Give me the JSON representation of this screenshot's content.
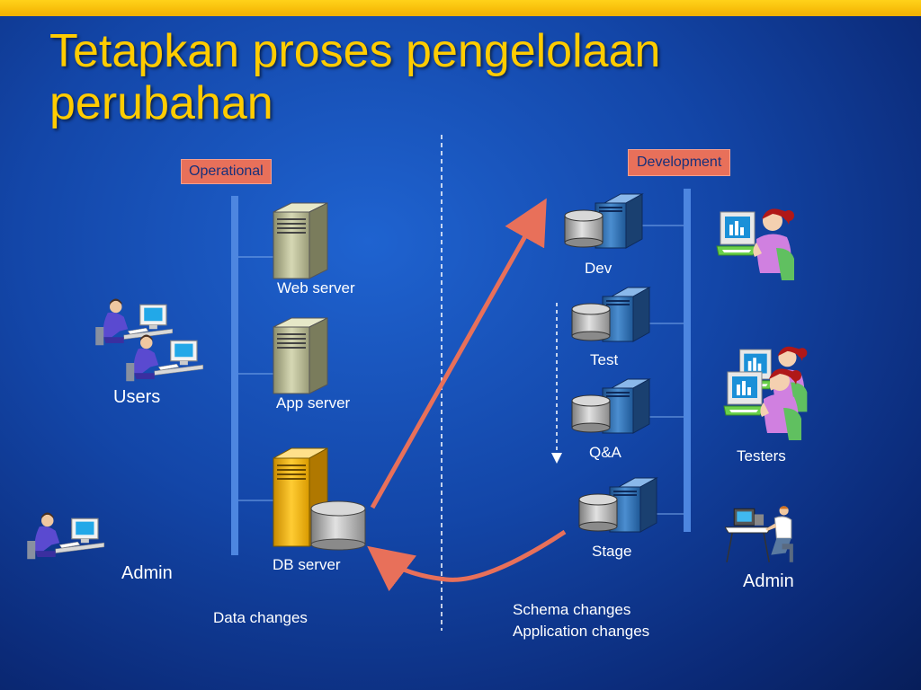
{
  "slide": {
    "title": "Tetapkan proses pengelolaan perubahan",
    "colors": {
      "title": "#ffcc00",
      "arrow": "#e8705a",
      "tag_bg": "#e8705a"
    }
  },
  "operational": {
    "tag": "Operational",
    "servers": [
      {
        "label": "Web server",
        "icon": "server-icon"
      },
      {
        "label": "App server",
        "icon": "server-icon"
      },
      {
        "label": "DB server",
        "icon": "database-server-icon"
      }
    ],
    "users_label": "Users",
    "admin_label": "Admin"
  },
  "development": {
    "tag": "Development",
    "environments": [
      {
        "label": "Dev",
        "icon": "database-server-icon"
      },
      {
        "label": "Test",
        "icon": "database-server-icon"
      },
      {
        "label": "Q&A",
        "icon": "database-server-icon"
      },
      {
        "label": "Stage",
        "icon": "database-server-icon"
      }
    ],
    "testers_label": "Testers",
    "admin_label": "Admin"
  },
  "flows": {
    "data_changes": "Data changes",
    "schema_changes": "Schema changes",
    "application_changes": "Application changes"
  }
}
